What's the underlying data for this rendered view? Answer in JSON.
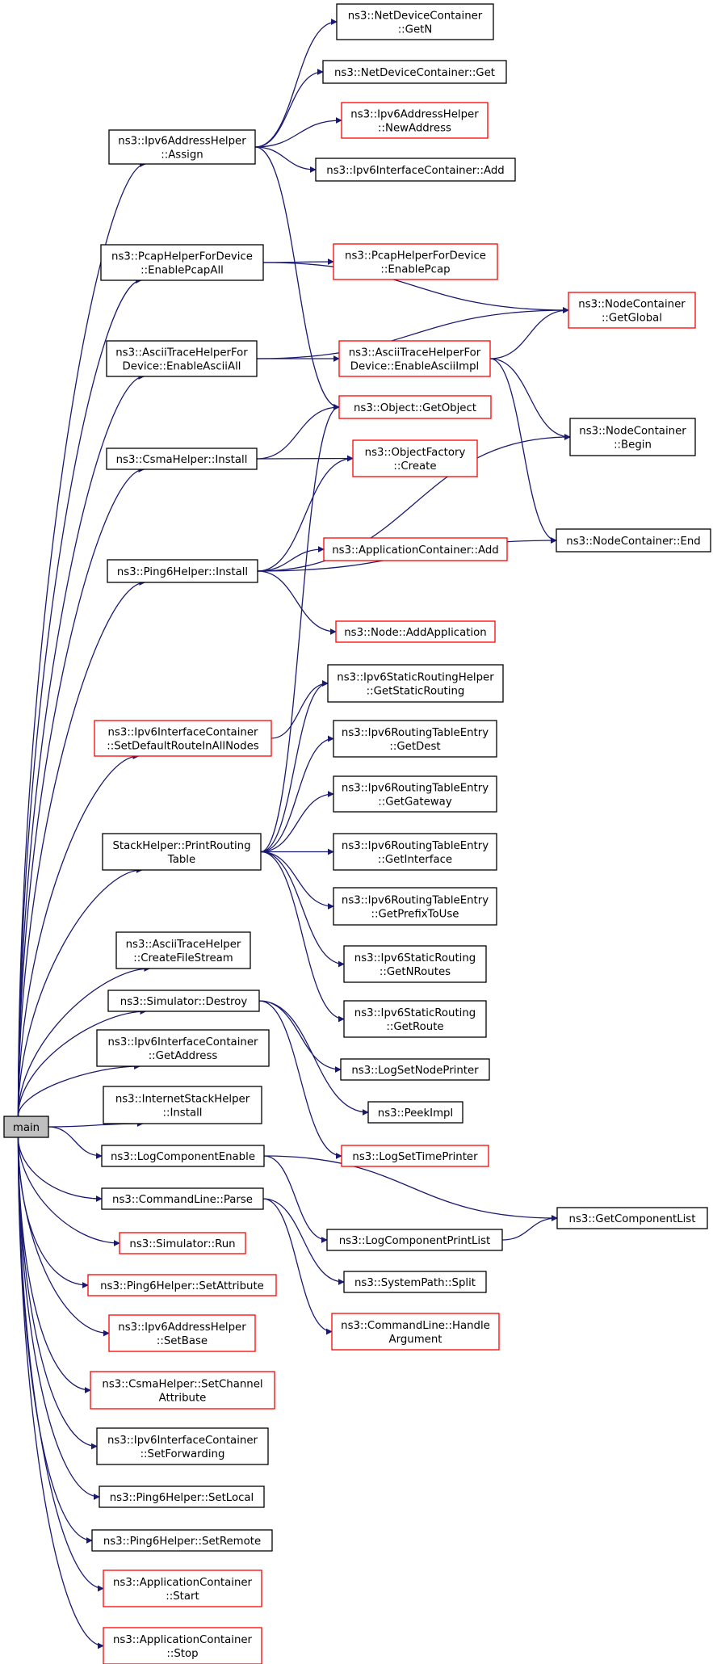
{
  "nodes": [
    {
      "id": "main",
      "lines": [
        "main"
      ],
      "color": "black",
      "root": true
    },
    {
      "id": "ipv6addr_assign",
      "lines": [
        "ns3::Ipv6AddressHelper",
        "::Assign"
      ],
      "color": "black"
    },
    {
      "id": "ndc_getn",
      "lines": [
        "ns3::NetDeviceContainer",
        "::GetN"
      ],
      "color": "black"
    },
    {
      "id": "ndc_get",
      "lines": [
        "ns3::NetDeviceContainer::Get"
      ],
      "color": "black"
    },
    {
      "id": "ipv6addr_newaddress",
      "lines": [
        "ns3::Ipv6AddressHelper",
        "::NewAddress"
      ],
      "color": "red"
    },
    {
      "id": "ipv6ic_add",
      "lines": [
        "ns3::Ipv6InterfaceContainer::Add"
      ],
      "color": "black"
    },
    {
      "id": "pcap_all",
      "lines": [
        "ns3::PcapHelperForDevice",
        "::EnablePcapAll"
      ],
      "color": "black"
    },
    {
      "id": "pcap_enable",
      "lines": [
        "ns3::PcapHelperForDevice",
        "::EnablePcap"
      ],
      "color": "red"
    },
    {
      "id": "nc_getglobal",
      "lines": [
        "ns3::NodeContainer",
        "::GetGlobal"
      ],
      "color": "red"
    },
    {
      "id": "ascii_all",
      "lines": [
        "ns3::AsciiTraceHelperFor",
        "Device::EnableAsciiAll"
      ],
      "color": "black"
    },
    {
      "id": "ascii_impl",
      "lines": [
        "ns3::AsciiTraceHelperFor",
        "Device::EnableAsciiImpl"
      ],
      "color": "red"
    },
    {
      "id": "object_getobject",
      "lines": [
        "ns3::Object::GetObject"
      ],
      "color": "red"
    },
    {
      "id": "nc_begin",
      "lines": [
        "ns3::NodeContainer",
        "::Begin"
      ],
      "color": "black"
    },
    {
      "id": "csma_install",
      "lines": [
        "ns3::CsmaHelper::Install"
      ],
      "color": "black"
    },
    {
      "id": "objfactory_create",
      "lines": [
        "ns3::ObjectFactory",
        "::Create"
      ],
      "color": "red"
    },
    {
      "id": "nc_end",
      "lines": [
        "ns3::NodeContainer::End"
      ],
      "color": "black"
    },
    {
      "id": "ping6_install",
      "lines": [
        "ns3::Ping6Helper::Install"
      ],
      "color": "black"
    },
    {
      "id": "appc_add",
      "lines": [
        "ns3::ApplicationContainer::Add"
      ],
      "color": "red"
    },
    {
      "id": "node_addapp",
      "lines": [
        "ns3::Node::AddApplication"
      ],
      "color": "red"
    },
    {
      "id": "ipv6ic_setdefault",
      "lines": [
        "ns3::Ipv6InterfaceContainer",
        "::SetDefaultRouteInAllNodes"
      ],
      "color": "red"
    },
    {
      "id": "ipv6srh_getstatic",
      "lines": [
        "ns3::Ipv6StaticRoutingHelper",
        "::GetStaticRouting"
      ],
      "color": "black"
    },
    {
      "id": "rte_getdest",
      "lines": [
        "ns3::Ipv6RoutingTableEntry",
        "::GetDest"
      ],
      "color": "black"
    },
    {
      "id": "rte_getgateway",
      "lines": [
        "ns3::Ipv6RoutingTableEntry",
        "::GetGateway"
      ],
      "color": "black"
    },
    {
      "id": "stack_print",
      "lines": [
        "StackHelper::PrintRouting",
        "Table"
      ],
      "color": "black"
    },
    {
      "id": "rte_getinterface",
      "lines": [
        "ns3::Ipv6RoutingTableEntry",
        "::GetInterface"
      ],
      "color": "black"
    },
    {
      "id": "rte_getprefix",
      "lines": [
        "ns3::Ipv6RoutingTableEntry",
        "::GetPrefixToUse"
      ],
      "color": "black"
    },
    {
      "id": "sr_getnroutes",
      "lines": [
        "ns3::Ipv6StaticRouting",
        "::GetNRoutes"
      ],
      "color": "black"
    },
    {
      "id": "ascii_createfile",
      "lines": [
        "ns3::AsciiTraceHelper",
        "::CreateFileStream"
      ],
      "color": "black"
    },
    {
      "id": "sim_destroy",
      "lines": [
        "ns3::Simulator::Destroy"
      ],
      "color": "black"
    },
    {
      "id": "sr_getroute",
      "lines": [
        "ns3::Ipv6StaticRouting",
        "::GetRoute"
      ],
      "color": "black"
    },
    {
      "id": "ipv6ic_getaddress",
      "lines": [
        "ns3::Ipv6InterfaceContainer",
        "::GetAddress"
      ],
      "color": "black"
    },
    {
      "id": "logsetnodeprinter",
      "lines": [
        "ns3::LogSetNodePrinter"
      ],
      "color": "black"
    },
    {
      "id": "internetstack_install",
      "lines": [
        "ns3::InternetStackHelper",
        "::Install"
      ],
      "color": "black"
    },
    {
      "id": "peekimpl",
      "lines": [
        "ns3::PeekImpl"
      ],
      "color": "black"
    },
    {
      "id": "logcomponentenable",
      "lines": [
        "ns3::LogComponentEnable"
      ],
      "color": "black"
    },
    {
      "id": "logsettimeprinter",
      "lines": [
        "ns3::LogSetTimePrinter"
      ],
      "color": "red"
    },
    {
      "id": "cmdline_parse",
      "lines": [
        "ns3::CommandLine::Parse"
      ],
      "color": "black"
    },
    {
      "id": "getcomponentlist",
      "lines": [
        "ns3::GetComponentList"
      ],
      "color": "black"
    },
    {
      "id": "logcomponentprintlist",
      "lines": [
        "ns3::LogComponentPrintList"
      ],
      "color": "black"
    },
    {
      "id": "sim_run",
      "lines": [
        "ns3::Simulator::Run"
      ],
      "color": "red"
    },
    {
      "id": "systempath_split",
      "lines": [
        "ns3::SystemPath::Split"
      ],
      "color": "black"
    },
    {
      "id": "ping6_setattribute",
      "lines": [
        "ns3::Ping6Helper::SetAttribute"
      ],
      "color": "red"
    },
    {
      "id": "cmdline_handle",
      "lines": [
        "ns3::CommandLine::Handle",
        "Argument"
      ],
      "color": "red"
    },
    {
      "id": "ipv6addr_setbase",
      "lines": [
        "ns3::Ipv6AddressHelper",
        "::SetBase"
      ],
      "color": "red"
    },
    {
      "id": "csma_setchannel",
      "lines": [
        "ns3::CsmaHelper::SetChannel",
        "Attribute"
      ],
      "color": "red"
    },
    {
      "id": "ipv6ic_setforwarding",
      "lines": [
        "ns3::Ipv6InterfaceContainer",
        "::SetForwarding"
      ],
      "color": "black"
    },
    {
      "id": "ping6_setlocal",
      "lines": [
        "ns3::Ping6Helper::SetLocal"
      ],
      "color": "black"
    },
    {
      "id": "ping6_setremote",
      "lines": [
        "ns3::Ping6Helper::SetRemote"
      ],
      "color": "black"
    },
    {
      "id": "appc_start",
      "lines": [
        "ns3::ApplicationContainer",
        "::Start"
      ],
      "color": "red"
    },
    {
      "id": "appc_stop",
      "lines": [
        "ns3::ApplicationContainer",
        "::Stop"
      ],
      "color": "red"
    }
  ],
  "edges": [
    [
      "main",
      "ipv6addr_assign"
    ],
    [
      "main",
      "pcap_all"
    ],
    [
      "main",
      "ascii_all"
    ],
    [
      "main",
      "csma_install"
    ],
    [
      "main",
      "ping6_install"
    ],
    [
      "main",
      "ipv6ic_setdefault"
    ],
    [
      "main",
      "stack_print"
    ],
    [
      "main",
      "ascii_createfile"
    ],
    [
      "main",
      "sim_destroy"
    ],
    [
      "main",
      "ipv6ic_getaddress"
    ],
    [
      "main",
      "internetstack_install"
    ],
    [
      "main",
      "logcomponentenable"
    ],
    [
      "main",
      "cmdline_parse"
    ],
    [
      "main",
      "sim_run"
    ],
    [
      "main",
      "ping6_setattribute"
    ],
    [
      "main",
      "ipv6addr_setbase"
    ],
    [
      "main",
      "csma_setchannel"
    ],
    [
      "main",
      "ipv6ic_setforwarding"
    ],
    [
      "main",
      "ping6_setlocal"
    ],
    [
      "main",
      "ping6_setremote"
    ],
    [
      "main",
      "appc_start"
    ],
    [
      "main",
      "appc_stop"
    ],
    [
      "ipv6addr_assign",
      "ndc_getn"
    ],
    [
      "ipv6addr_assign",
      "ndc_get"
    ],
    [
      "ipv6addr_assign",
      "ipv6addr_newaddress"
    ],
    [
      "ipv6addr_assign",
      "ipv6ic_add"
    ],
    [
      "ipv6addr_assign",
      "object_getobject"
    ],
    [
      "pcap_all",
      "pcap_enable"
    ],
    [
      "pcap_all",
      "nc_getglobal"
    ],
    [
      "ascii_all",
      "ascii_impl"
    ],
    [
      "ascii_all",
      "nc_getglobal"
    ],
    [
      "ascii_impl",
      "nc_getglobal"
    ],
    [
      "ascii_impl",
      "nc_begin"
    ],
    [
      "ascii_impl",
      "nc_end"
    ],
    [
      "csma_install",
      "object_getobject"
    ],
    [
      "csma_install",
      "objfactory_create"
    ],
    [
      "ping6_install",
      "objfactory_create"
    ],
    [
      "ping6_install",
      "nc_begin"
    ],
    [
      "ping6_install",
      "appc_add"
    ],
    [
      "ping6_install",
      "nc_end"
    ],
    [
      "ping6_install",
      "node_addapp"
    ],
    [
      "ipv6ic_setdefault",
      "ipv6srh_getstatic"
    ],
    [
      "stack_print",
      "object_getobject"
    ],
    [
      "stack_print",
      "ipv6srh_getstatic"
    ],
    [
      "stack_print",
      "rte_getdest"
    ],
    [
      "stack_print",
      "rte_getgateway"
    ],
    [
      "stack_print",
      "rte_getinterface"
    ],
    [
      "stack_print",
      "rte_getprefix"
    ],
    [
      "stack_print",
      "sr_getnroutes"
    ],
    [
      "stack_print",
      "sr_getroute"
    ],
    [
      "sim_destroy",
      "logsetnodeprinter"
    ],
    [
      "sim_destroy",
      "peekimpl"
    ],
    [
      "sim_destroy",
      "logsettimeprinter"
    ],
    [
      "logcomponentenable",
      "getcomponentlist"
    ],
    [
      "logcomponentenable",
      "logcomponentprintlist"
    ],
    [
      "logcomponentprintlist",
      "getcomponentlist"
    ],
    [
      "cmdline_parse",
      "systempath_split"
    ],
    [
      "cmdline_parse",
      "cmdline_handle"
    ]
  ]
}
